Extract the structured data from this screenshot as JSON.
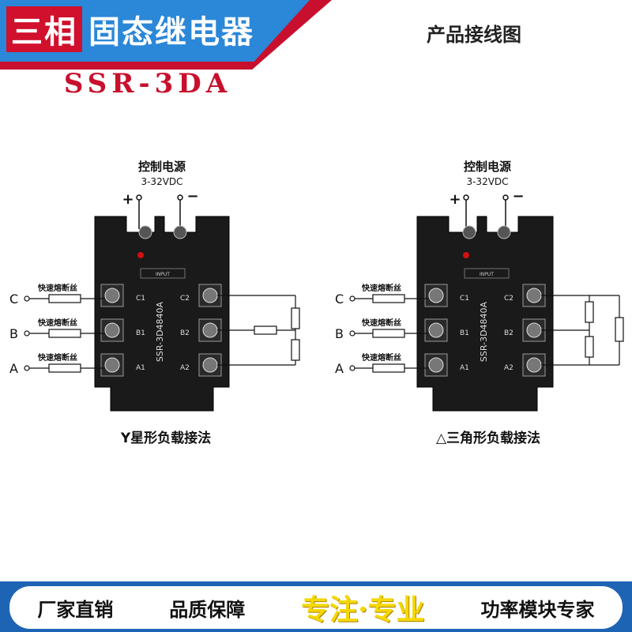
{
  "header": {
    "title_a": "三相",
    "title_b": "固态继电器",
    "model": "SSR-3DA",
    "heading": "产品接线图"
  },
  "colors": {
    "brand_red": "#c8102e",
    "brand_blue": "#1e64b4",
    "slogan_yellow": "#f5d800"
  },
  "left": {
    "power_label": "控制电源",
    "power_range": "3-32VDC",
    "plus": "+",
    "minus": "−",
    "fuse_label": "快速熔断丝",
    "phases": [
      "C",
      "B",
      "A"
    ],
    "caption": "Y星形负载接法"
  },
  "right": {
    "power_label": "控制电源",
    "power_range": "3-32VDC",
    "plus": "+",
    "minus": "−",
    "fuse_label": "快速熔断丝",
    "phases": [
      "C",
      "B",
      "A"
    ],
    "caption": "△三角形负载接法"
  },
  "relay": {
    "model_text": "SSR-3D4840A",
    "terminals_left": [
      "C1",
      "B1",
      "A1"
    ],
    "terminals_right": [
      "C2",
      "B2",
      "A2"
    ],
    "input_label": "INPUT"
  },
  "footer": {
    "left": "厂家直销",
    "mid_left": "品质保障",
    "slogan": "专注·专业",
    "right": "功率模块专家"
  }
}
